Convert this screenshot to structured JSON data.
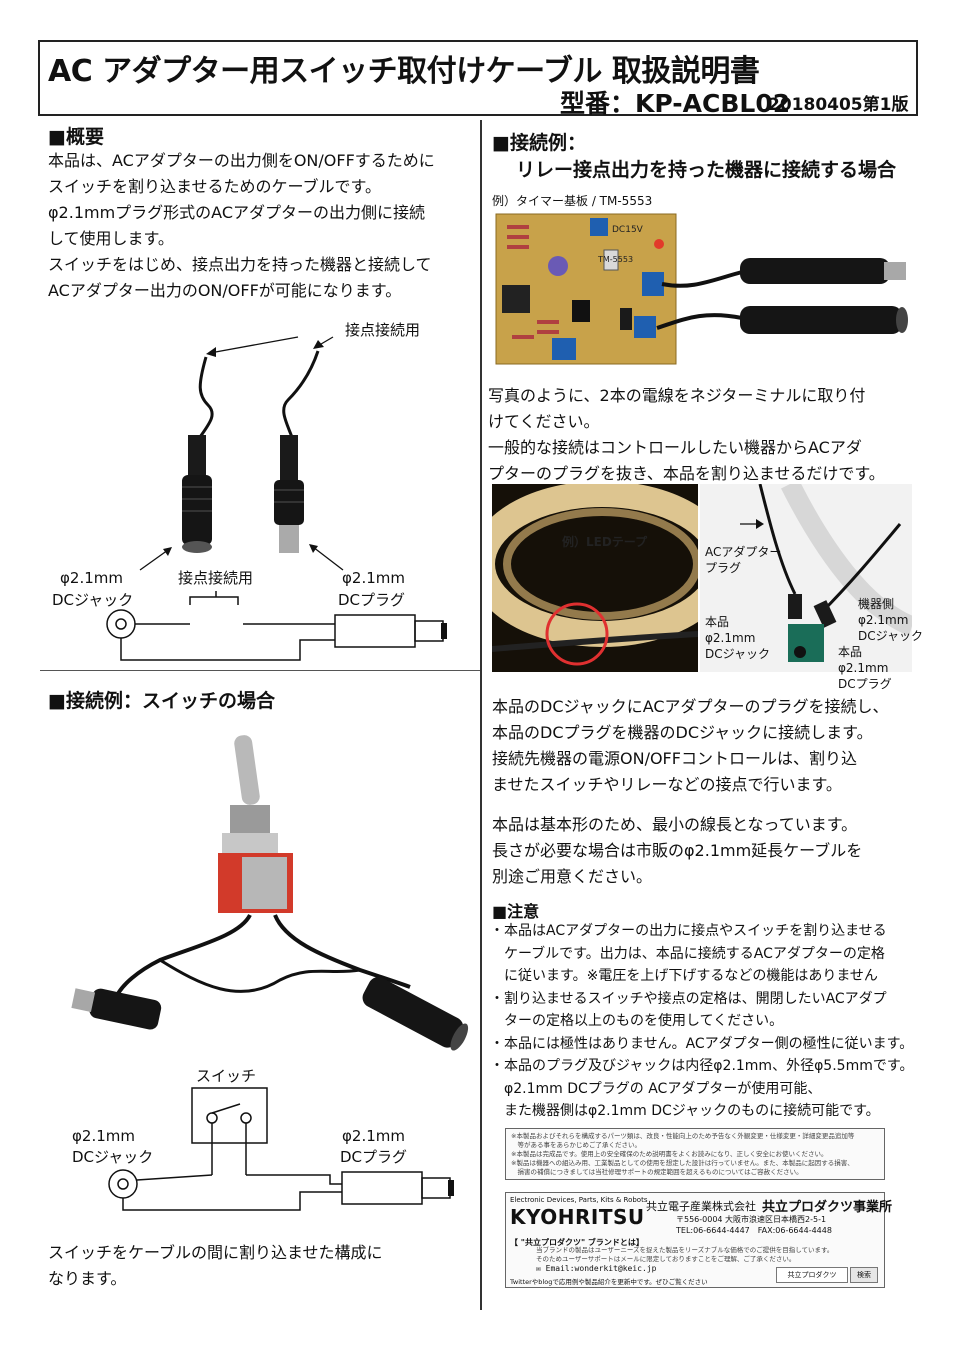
{
  "header": {
    "title": "AC アダプター用スイッチ取付けケーブル 取扱説明書",
    "model": "型番：KP-ACBL02",
    "edition": "20180405第1版"
  },
  "overview": {
    "heading": "■概要",
    "lines": [
      "本品は、ACアダプターの出力側をON/OFFするために",
      "スイッチを割り込ませるためのケーブルです。",
      "φ2.1mmプラグ形式のACアダプターの出力側に接続",
      "して使用します。",
      "スイッチをはじめ、接点出力を持った機器と接続して",
      "ACアダプター出力のON/OFFが可能になります。"
    ],
    "contact_label": "接点接続用",
    "jack_size": "φ2.1mm",
    "jack_label": "DCジャック",
    "plug_size": "φ2.1mm",
    "plug_label": "DCプラグ",
    "contact_label2": "接点接続用"
  },
  "switch_example": {
    "heading": "■接続例：スイッチの場合",
    "switch_label": "スイッチ",
    "jack_size": "φ2.1mm",
    "jack_label": "DCジャック",
    "plug_size": "φ2.1mm",
    "plug_label": "DCプラグ",
    "caption_lines": [
      "スイッチをケーブルの間に割り込ませた構成に",
      "なります。"
    ]
  },
  "relay_example": {
    "heading": "■接続例：",
    "subheading": "リレー接点出力を持った機器に接続する場合",
    "photo_caption": "例）タイマー基板 / TM-5553",
    "board_text": "TM-5553",
    "board_volt": "DC15V",
    "para1": [
      "写真のように、2本の電線をネジターミナルに取り付",
      "けてください。",
      "一般的な接続はコントロールしたい機器からACアダ",
      "プターのプラグを抜き、本品を割り込ませるだけです。"
    ],
    "led_label": "例）LEDテープ",
    "adapter_plug_label": [
      "ACアダプター",
      "プラグ"
    ],
    "device_jack_label": [
      "機器側",
      "φ2.1mm",
      "DCジャック"
    ],
    "product_jack_label": [
      "本品",
      "φ2.1mm",
      "DCジャック"
    ],
    "product_plug_label": [
      "本品",
      "φ2.1mm",
      "DCプラグ"
    ],
    "para2": [
      "本品のDCジャックにACアダプターのプラグを接続し、",
      "本品のDCプラグを機器のDCジャックに接続します。",
      "接続先機器の電源ON/OFFコントロールは、割り込",
      "ませたスイッチやリレーなどの接点で行います。"
    ],
    "para3": [
      "本品は基本形のため、最小の線長となっています。",
      "長さが必要な場合は市販のφ2.1mm延長ケーブルを",
      "別途ご用意ください。"
    ]
  },
  "notes": {
    "heading": "■注意",
    "lines": [
      "・本品はACアダプターの出力に接点やスイッチを割り込ませる",
      "　ケーブルです。出力は、本品に接続するACアダプターの定格",
      "　に従います。※電圧を上げ下げするなどの機能はありません",
      "・割り込ませるスイッチや接点の定格は、開閉したいACアダプ",
      "　ターの定格以上のものを使用してください。",
      "・本品には極性はありません。ACアダプター側の極性に従います。",
      "・本品のプラグ及びジャックは内径φ2.1mm、外径φ5.5mmです。",
      "　φ2.1mm DCプラグの ACアダプターが使用可能、",
      "　また機器側はφ2.1mm DCジャックのものに接続可能です。"
    ]
  },
  "footer": {
    "disclaimer": [
      "※本製品およびそれらを構成するパーツ類は、改良・性能向上のため予告なく外観変更・仕様変更・詳細変更品追加等",
      "　等がある事をあらかじめご了承ください。",
      "※本製品は完成品です。使用上の安全確保のため説明書をよくお読みになり、正しく安全にお使いください。",
      "※製品は機器への組込み用、工業製品としての使用を想定した設計は行っていません。また、本製品に起因する損害、",
      "　損害の補償につきましては当社修理サポートの規定範囲を超えるものについてはご容赦ください。"
    ],
    "brand_tagline": "Electronic Devices, Parts, Kits & Robots",
    "brand": "KYOHRITSU",
    "company": "共立電子産業株式会社",
    "division": "共立プロダクツ事業所",
    "address": "〒556-0004 大阪市浪速区日本橋西2-5-1",
    "tel": "TEL:06-6644-4447　FAX:06-6644-4448",
    "about_heading": "【 \"共立プロダクツ\" ブランドとは】",
    "about_lines": [
      "当ブランドの製品はユーザーニーズを捉えた製品をリーズナブルな価格でのご提供を目指しています。",
      "そのためユーザーサポートはメールに限定しておりますことをご理解、ご了承ください。"
    ],
    "email": "Email:wonderkit@keic.jp",
    "sns": "Twitterやblogで応用例や製品紹介を更新中です。ぜひご覧ください",
    "search_box": "共立プロダクツ",
    "search_button": "検索"
  },
  "colors": {
    "pcb": "#c8a24a",
    "terminal_blue": "#1f5fb0",
    "switch_red": "#d23a2a",
    "highlight_circle": "#e03030",
    "led_glow": "#f3d9a0"
  }
}
